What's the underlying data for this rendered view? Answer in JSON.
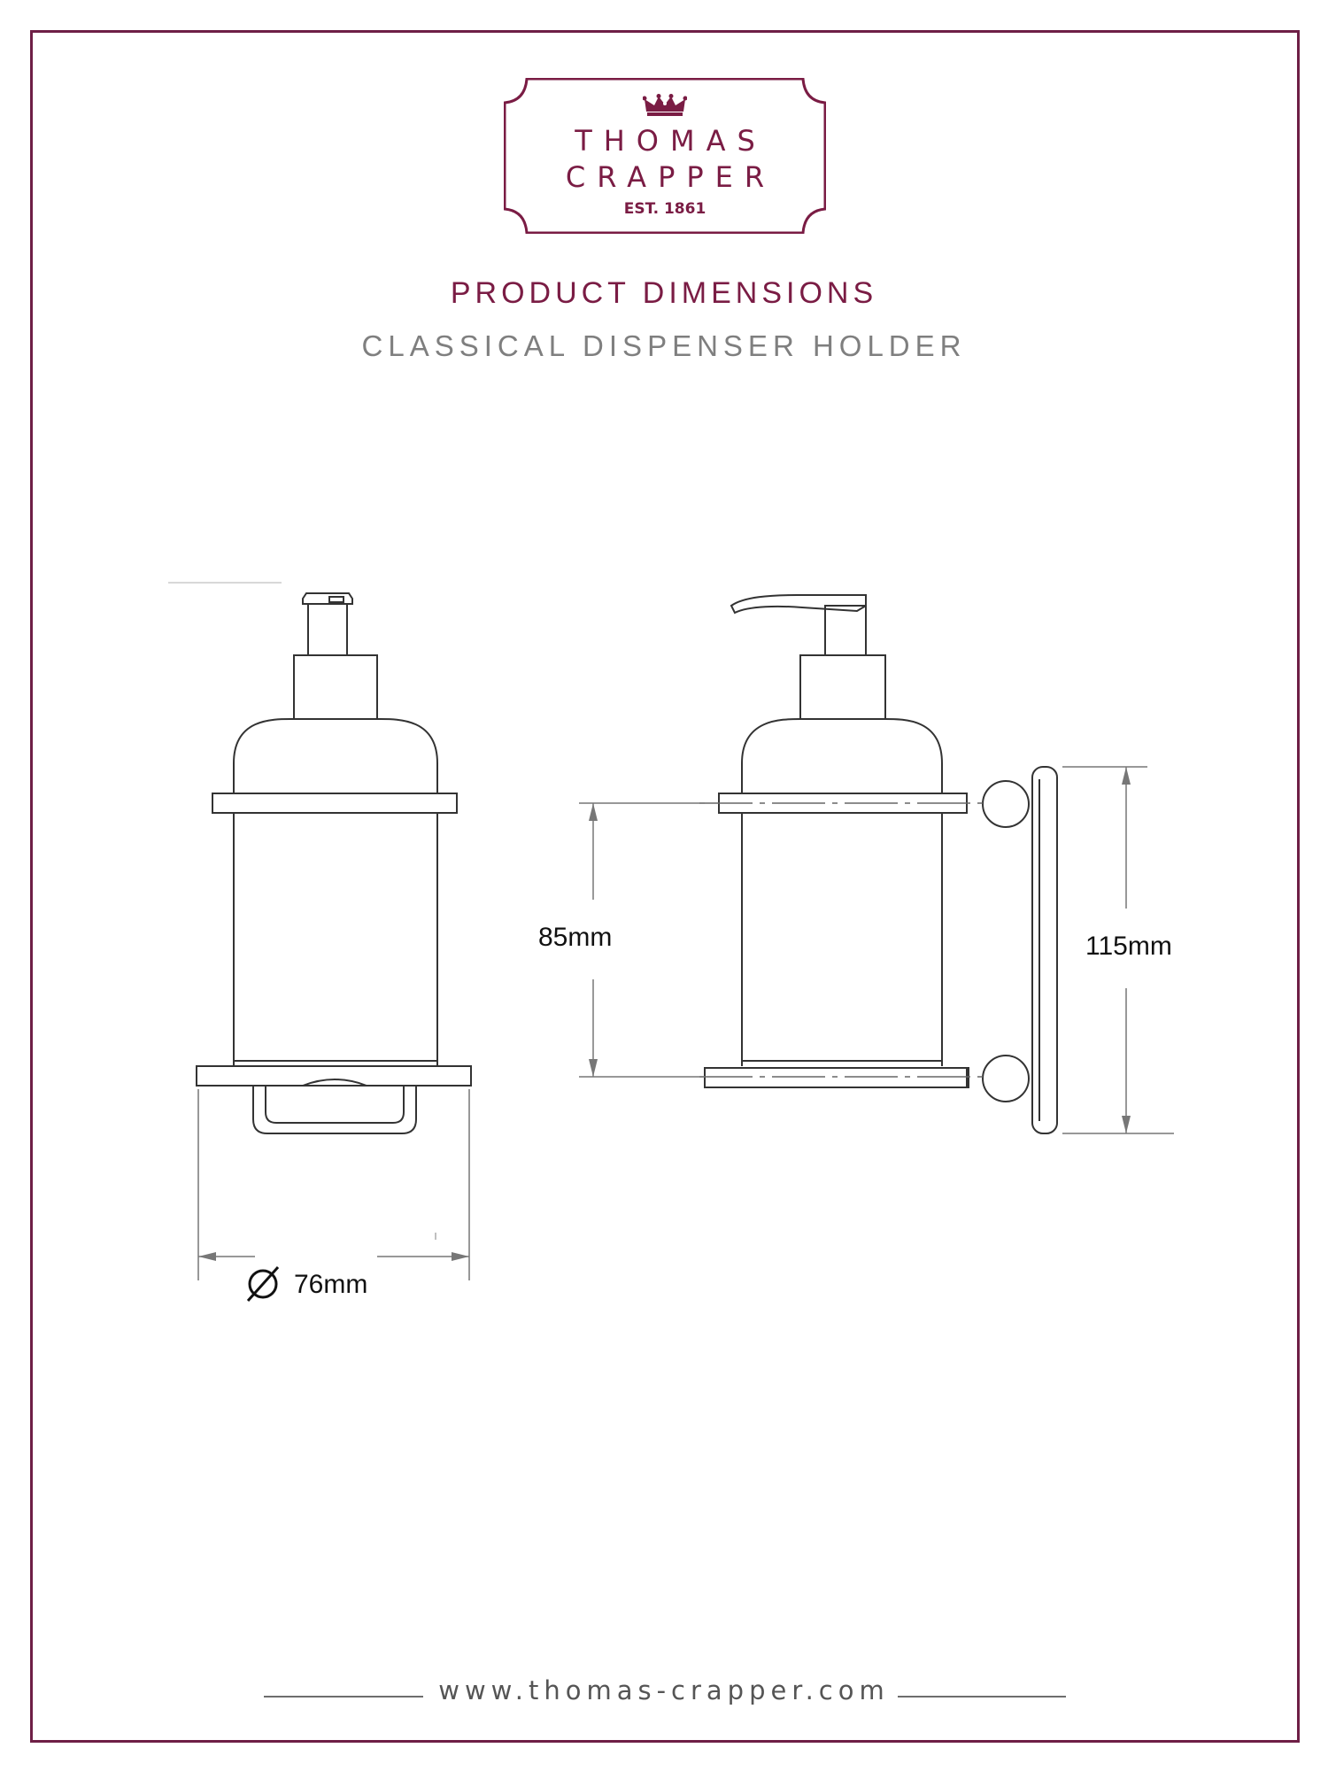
{
  "brand": {
    "name_line1": "THOMAS",
    "name_line2": "CRAPPER",
    "established": "EST. 1861",
    "color": "#7a1c44"
  },
  "header": {
    "title": "PRODUCT DIMENSIONS",
    "subtitle": "CLASSICAL DISPENSER HOLDER"
  },
  "dimensions": {
    "diameter": "76mm",
    "holder_spacing": "85mm",
    "overall_height": "115mm"
  },
  "footer": {
    "website": "www.thomas-crapper.com"
  }
}
